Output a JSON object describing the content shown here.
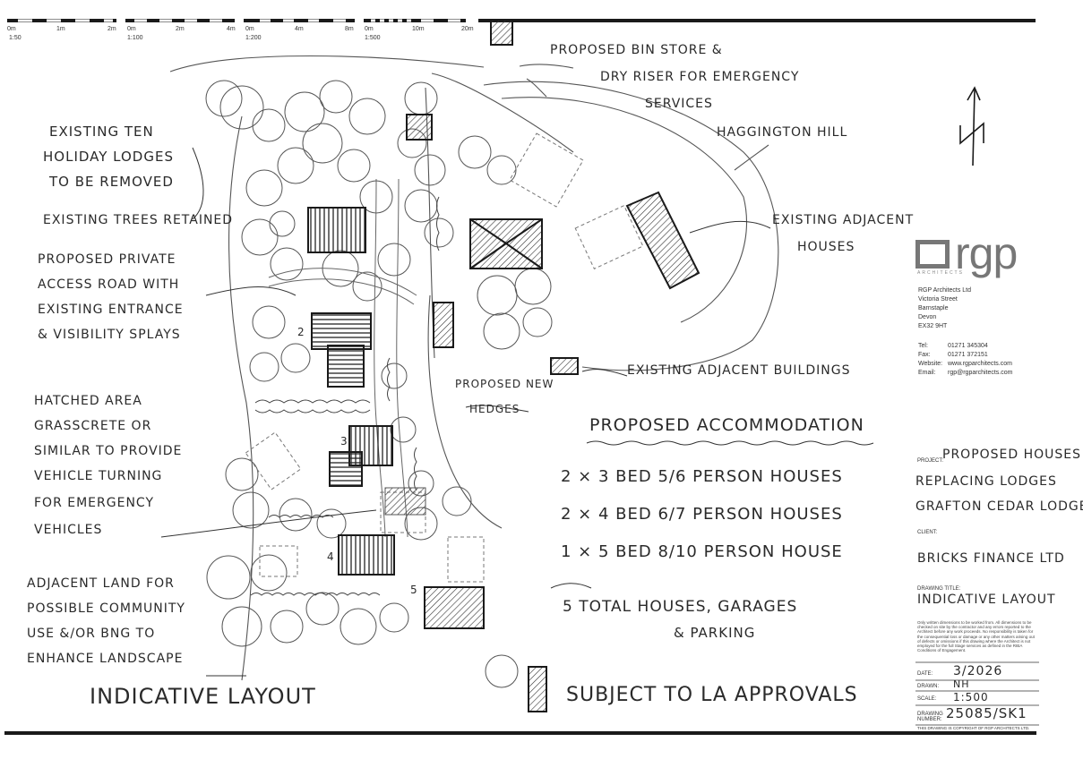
{
  "scale_bars": [
    {
      "scale": "1:50",
      "ticks": [
        "0m",
        "1m",
        "2m"
      ]
    },
    {
      "scale": "1:100",
      "ticks": [
        "0m",
        "2m",
        "4m"
      ]
    },
    {
      "scale": "1:200",
      "ticks": [
        "0m",
        "4m",
        "8m"
      ]
    },
    {
      "scale": "1:500",
      "ticks": [
        "0m",
        "10m",
        "20m"
      ]
    }
  ],
  "annotations": {
    "bin_store": [
      "PROPOSED BIN STORE &",
      "DRY RISER FOR EMERGENCY",
      "SERVICES"
    ],
    "hill": "HAGGINGTON HILL",
    "existing_lodges": [
      "EXISTING TEN",
      "HOLIDAY LODGES",
      "TO BE REMOVED"
    ],
    "trees_retained": "EXISTING TREES RETAINED",
    "access_road": [
      "PROPOSED PRIVATE",
      "ACCESS ROAD WITH",
      "EXISTING ENTRANCE",
      "& VISIBILITY SPLAYS"
    ],
    "adjacent_houses": [
      "EXISTING ADJACENT",
      "HOUSES"
    ],
    "adjacent_buildings": "EXISTING ADJACENT BUILDINGS",
    "hedges": [
      "PROPOSED NEW",
      "HEDGES"
    ],
    "hatched_area": [
      "HATCHED AREA",
      "GRASSCRETE OR",
      "SIMILAR TO PROVIDE",
      "VEHICLE TURNING",
      "FOR EMERGENCY",
      "VEHICLES"
    ],
    "adjacent_land": [
      "ADJACENT LAND FOR",
      "POSSIBLE COMMUNITY",
      "USE &/OR BNG TO",
      "ENHANCE LANDSCAPE"
    ],
    "plot_numbers": [
      "2",
      "3",
      "4",
      "5"
    ]
  },
  "accommodation": {
    "title": "PROPOSED ACCOMMODATION",
    "lines": [
      "2 × 3 BED   5/6 PERSON HOUSES",
      "2 × 4 BED   6/7 PERSON HOUSES",
      "1 × 5 BED   8/10 PERSON HOUSE"
    ],
    "total": [
      "5  TOTAL HOUSES, GARAGES",
      "& PARKING"
    ]
  },
  "footer": {
    "layout_label": "INDICATIVE LAYOUT",
    "approval": "SUBJECT TO LA APPROVALS"
  },
  "north_symbol": "N",
  "titleblock": {
    "logo_text": "rgp",
    "logo_sub": "ARCHITECTS",
    "address": [
      "RGP Architects Ltd",
      "Victoria Street",
      "Barnstaple",
      "Devon",
      "EX32 9HT"
    ],
    "contacts": [
      {
        "label": "Tel:",
        "value": "01271 345304"
      },
      {
        "label": "Fax:",
        "value": "01271 372151"
      },
      {
        "label": "Website:",
        "value": "www.rgparchitects.com"
      },
      {
        "label": "Email:",
        "value": "rgp@rgparchitects.com"
      }
    ],
    "project_label": "PROJECT:",
    "project": [
      "PROPOSED HOUSES",
      "REPLACING LODGES",
      "GRAFTON CEDAR LODGES"
    ],
    "client_label": "CLIENT:",
    "client": "BRICKS FINANCE LTD",
    "drawing_title_label": "DRAWING TITLE:",
    "drawing_title": "INDICATIVE LAYOUT",
    "disclaimer": "Only written dimensions to be worked from. All dimensions to be checked on site by the contractor and any errors reported to the Architect before any work proceeds. No responsibility is taken for the consequential loss or damage or any other matters arising out of defects or omissions if this drawing where the Architect is not employed for the full Stage services as defined in the RIBA Conditions of Engagement.",
    "fields": [
      {
        "label": "DATE:",
        "value": "3/2026"
      },
      {
        "label": "DRAWN:",
        "value": "NH"
      },
      {
        "label": "SCALE:",
        "value": "1:500"
      },
      {
        "label": "DRAWING NUMBER:",
        "value": "25085/SK1"
      }
    ],
    "copyright": "THIS DRAWING IS COPYRIGHT OF RGP ARCHITECTS LTD."
  }
}
